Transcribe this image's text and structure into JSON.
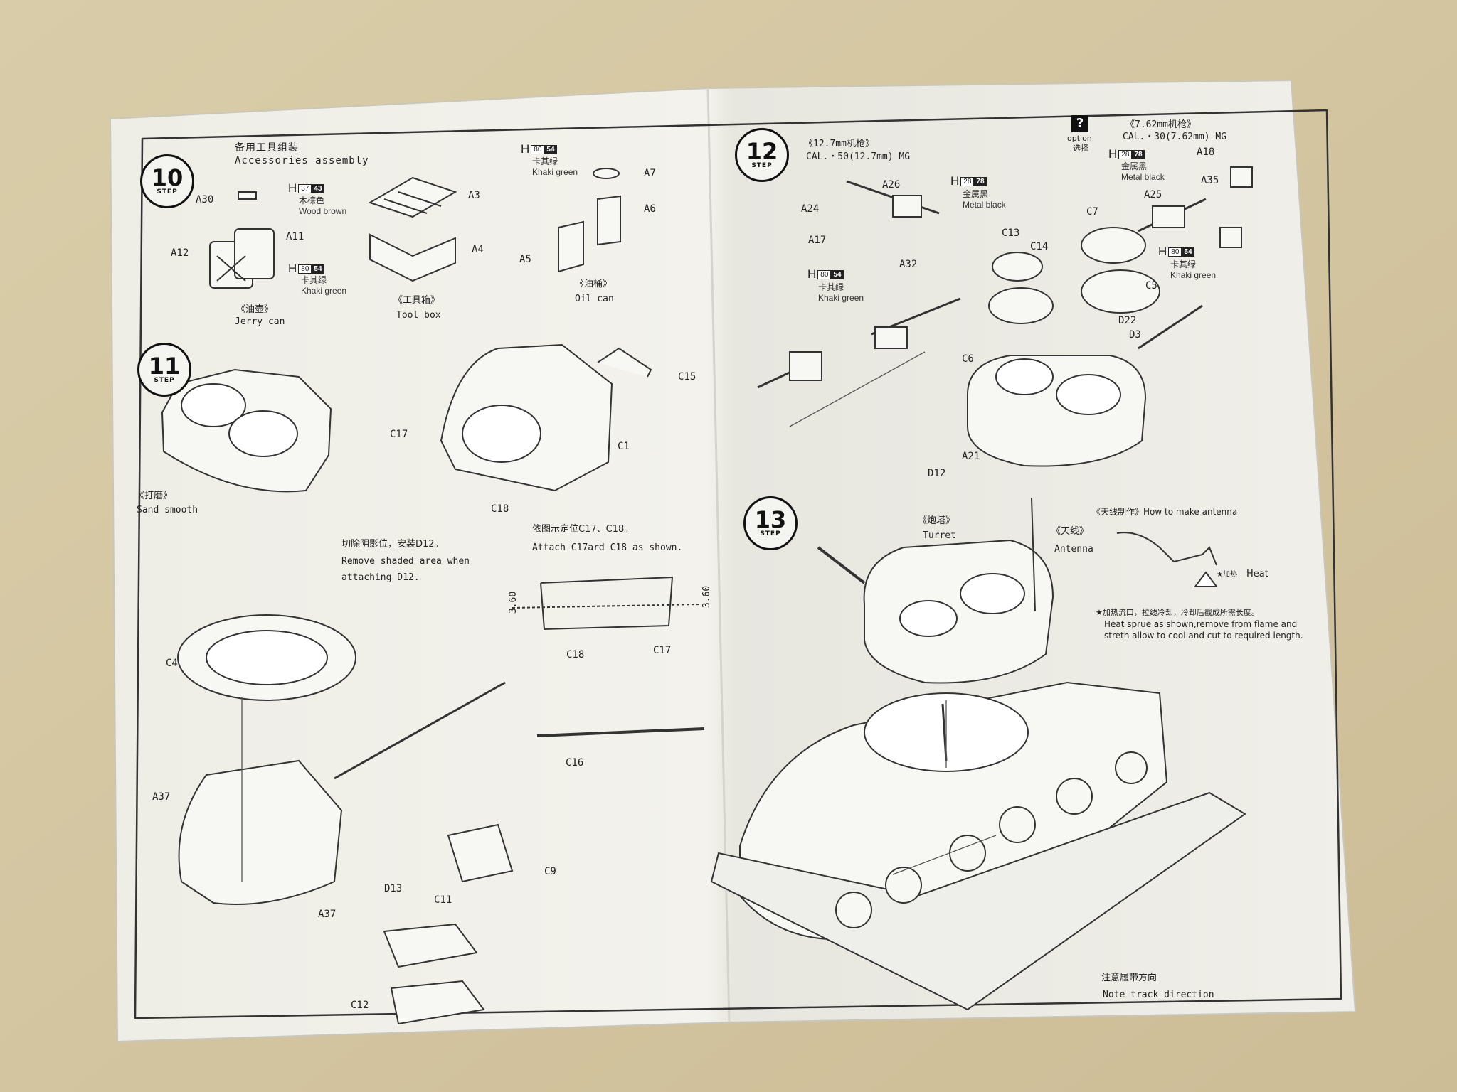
{
  "steps": {
    "s10": {
      "number": "10",
      "step_word": "STEP",
      "title_cn": "备用工具组装",
      "title_en": "Accessories assembly",
      "jerry_cn": "《油壶》",
      "jerry_en": "Jerry can",
      "toolbox_cn": "《工具箱》",
      "toolbox_en": "Tool box",
      "oilcan_cn": "《油桶》",
      "oilcan_en": "Oil can",
      "paint_wood": {
        "h": "H",
        "c1": "37",
        "c2": "43",
        "cn": "木棕色",
        "en": "Wood brown"
      },
      "paint_khaki_a": {
        "h": "H",
        "c1": "80",
        "c2": "54",
        "cn": "卡其绿",
        "en": "Khaki green"
      },
      "paint_khaki_b": {
        "h": "H",
        "c1": "80",
        "c2": "54",
        "cn": "卡其绿",
        "en": "Khaki green"
      },
      "parts": {
        "a30": "A30",
        "a11": "A11",
        "a12": "A12",
        "a3": "A3",
        "a4": "A4",
        "a7": "A7",
        "a6": "A6",
        "a5": "A5"
      }
    },
    "s11": {
      "number": "11",
      "step_word": "STEP",
      "sand_cn": "《打磨》",
      "sand_en": "Sand smooth",
      "cut_cn": "切除阴影位，安装D12。",
      "cut_en1": "Remove shaded area when",
      "cut_en2": "attaching D12.",
      "attach_cn": "依图示定位C17、C18。",
      "attach_en": "Attach C17ard C18 as shown.",
      "dim_value": "3.60",
      "parts": {
        "c15": "C15",
        "c17": "C17",
        "c1": "C1",
        "c18": "C18",
        "c18b": "C18",
        "c17b": "C17",
        "c4": "C4",
        "a37": "A37",
        "a37b": "A37",
        "d13": "D13",
        "c16": "C16",
        "c9": "C9",
        "c11": "C11",
        "c12": "C12"
      }
    },
    "s12": {
      "number": "12",
      "step_word": "STEP",
      "mg50_cn": "《12.7mm机枪》",
      "mg50_en": "CAL.・50(12.7mm) MG",
      "mg30_cn": "《7.62mm机枪》",
      "mg30_en": "CAL.・30(7.62mm) MG",
      "option_icon": "?",
      "option_en": "option",
      "option_cn": "选择",
      "paint_black_a": {
        "h": "H",
        "c1": "28",
        "c2": "78",
        "cn": "金属黑",
        "en": "Metal black"
      },
      "paint_black_b": {
        "h": "H",
        "c1": "28",
        "c2": "78",
        "cn": "金属黑",
        "en": "Metal black"
      },
      "paint_khaki_c": {
        "h": "H",
        "c1": "80",
        "c2": "54",
        "cn": "卡其绿",
        "en": "Khaki green"
      },
      "paint_khaki_d": {
        "h": "H",
        "c1": "80",
        "c2": "54",
        "cn": "卡其绿",
        "en": "Khaki green"
      },
      "parts": {
        "a26": "A26",
        "a24": "A24",
        "a17": "A17",
        "a32": "A32",
        "c13": "C13",
        "c14": "C14",
        "c7": "C7",
        "c5": "C5",
        "a18": "A18",
        "a35": "A35",
        "a25": "A25",
        "c6": "C6",
        "d22": "D22",
        "d3": "D3",
        "a21": "A21",
        "d12": "D12"
      }
    },
    "s13": {
      "number": "13",
      "step_word": "STEP",
      "turret_cn": "《炮塔》",
      "turret_en": "Turret",
      "antenna_cn": "《天线》",
      "antenna_en": "Antenna",
      "howto": "《天线制作》How to make antenna",
      "heat_cn": "★加热",
      "heat_en": "Heat",
      "note_cn": "★加热流口，拉线冷却，冷却后截成所需长度。",
      "note_en1": "Heat sprue as shown,remove from flame and",
      "note_en2": "streth allow to cool and cut to required length.",
      "track_cn": "注意履带方向",
      "track_en": "Note track direction"
    }
  },
  "colors": {
    "wall": "#d6c9a6",
    "paper": "#f2f1ec",
    "ink": "#222222"
  }
}
